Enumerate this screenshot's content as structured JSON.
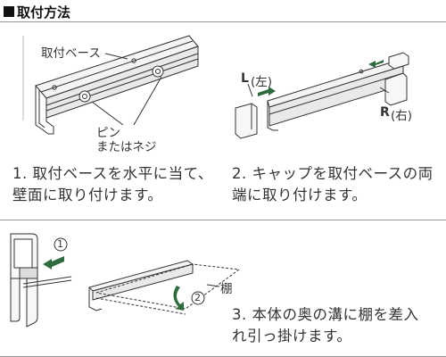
{
  "section_title": "取付方法",
  "steps": [
    {
      "line1": "1. 取付ベースを水平に当て、",
      "line2": "壁面に取り付けます。"
    },
    {
      "line1": "2. キャップを取付ベースの両",
      "line2": "端に取り付けます。"
    },
    {
      "line1": "3. 本体の奥の溝に棚を差入",
      "line2": "れ引っ掛けます。"
    }
  ],
  "labels": {
    "base": "取付ベース",
    "pin": "ピン",
    "or_screw": "またはネジ",
    "left_letter": "L",
    "left_kanji": "(左)",
    "right_letter": "R",
    "right_kanji": "(右)",
    "shelf": "棚",
    "circle_one": "1",
    "circle_two": "2"
  },
  "colors": {
    "accent_green": "#2e6b3e",
    "line": "#333333",
    "fill": "#f2f2f2"
  }
}
